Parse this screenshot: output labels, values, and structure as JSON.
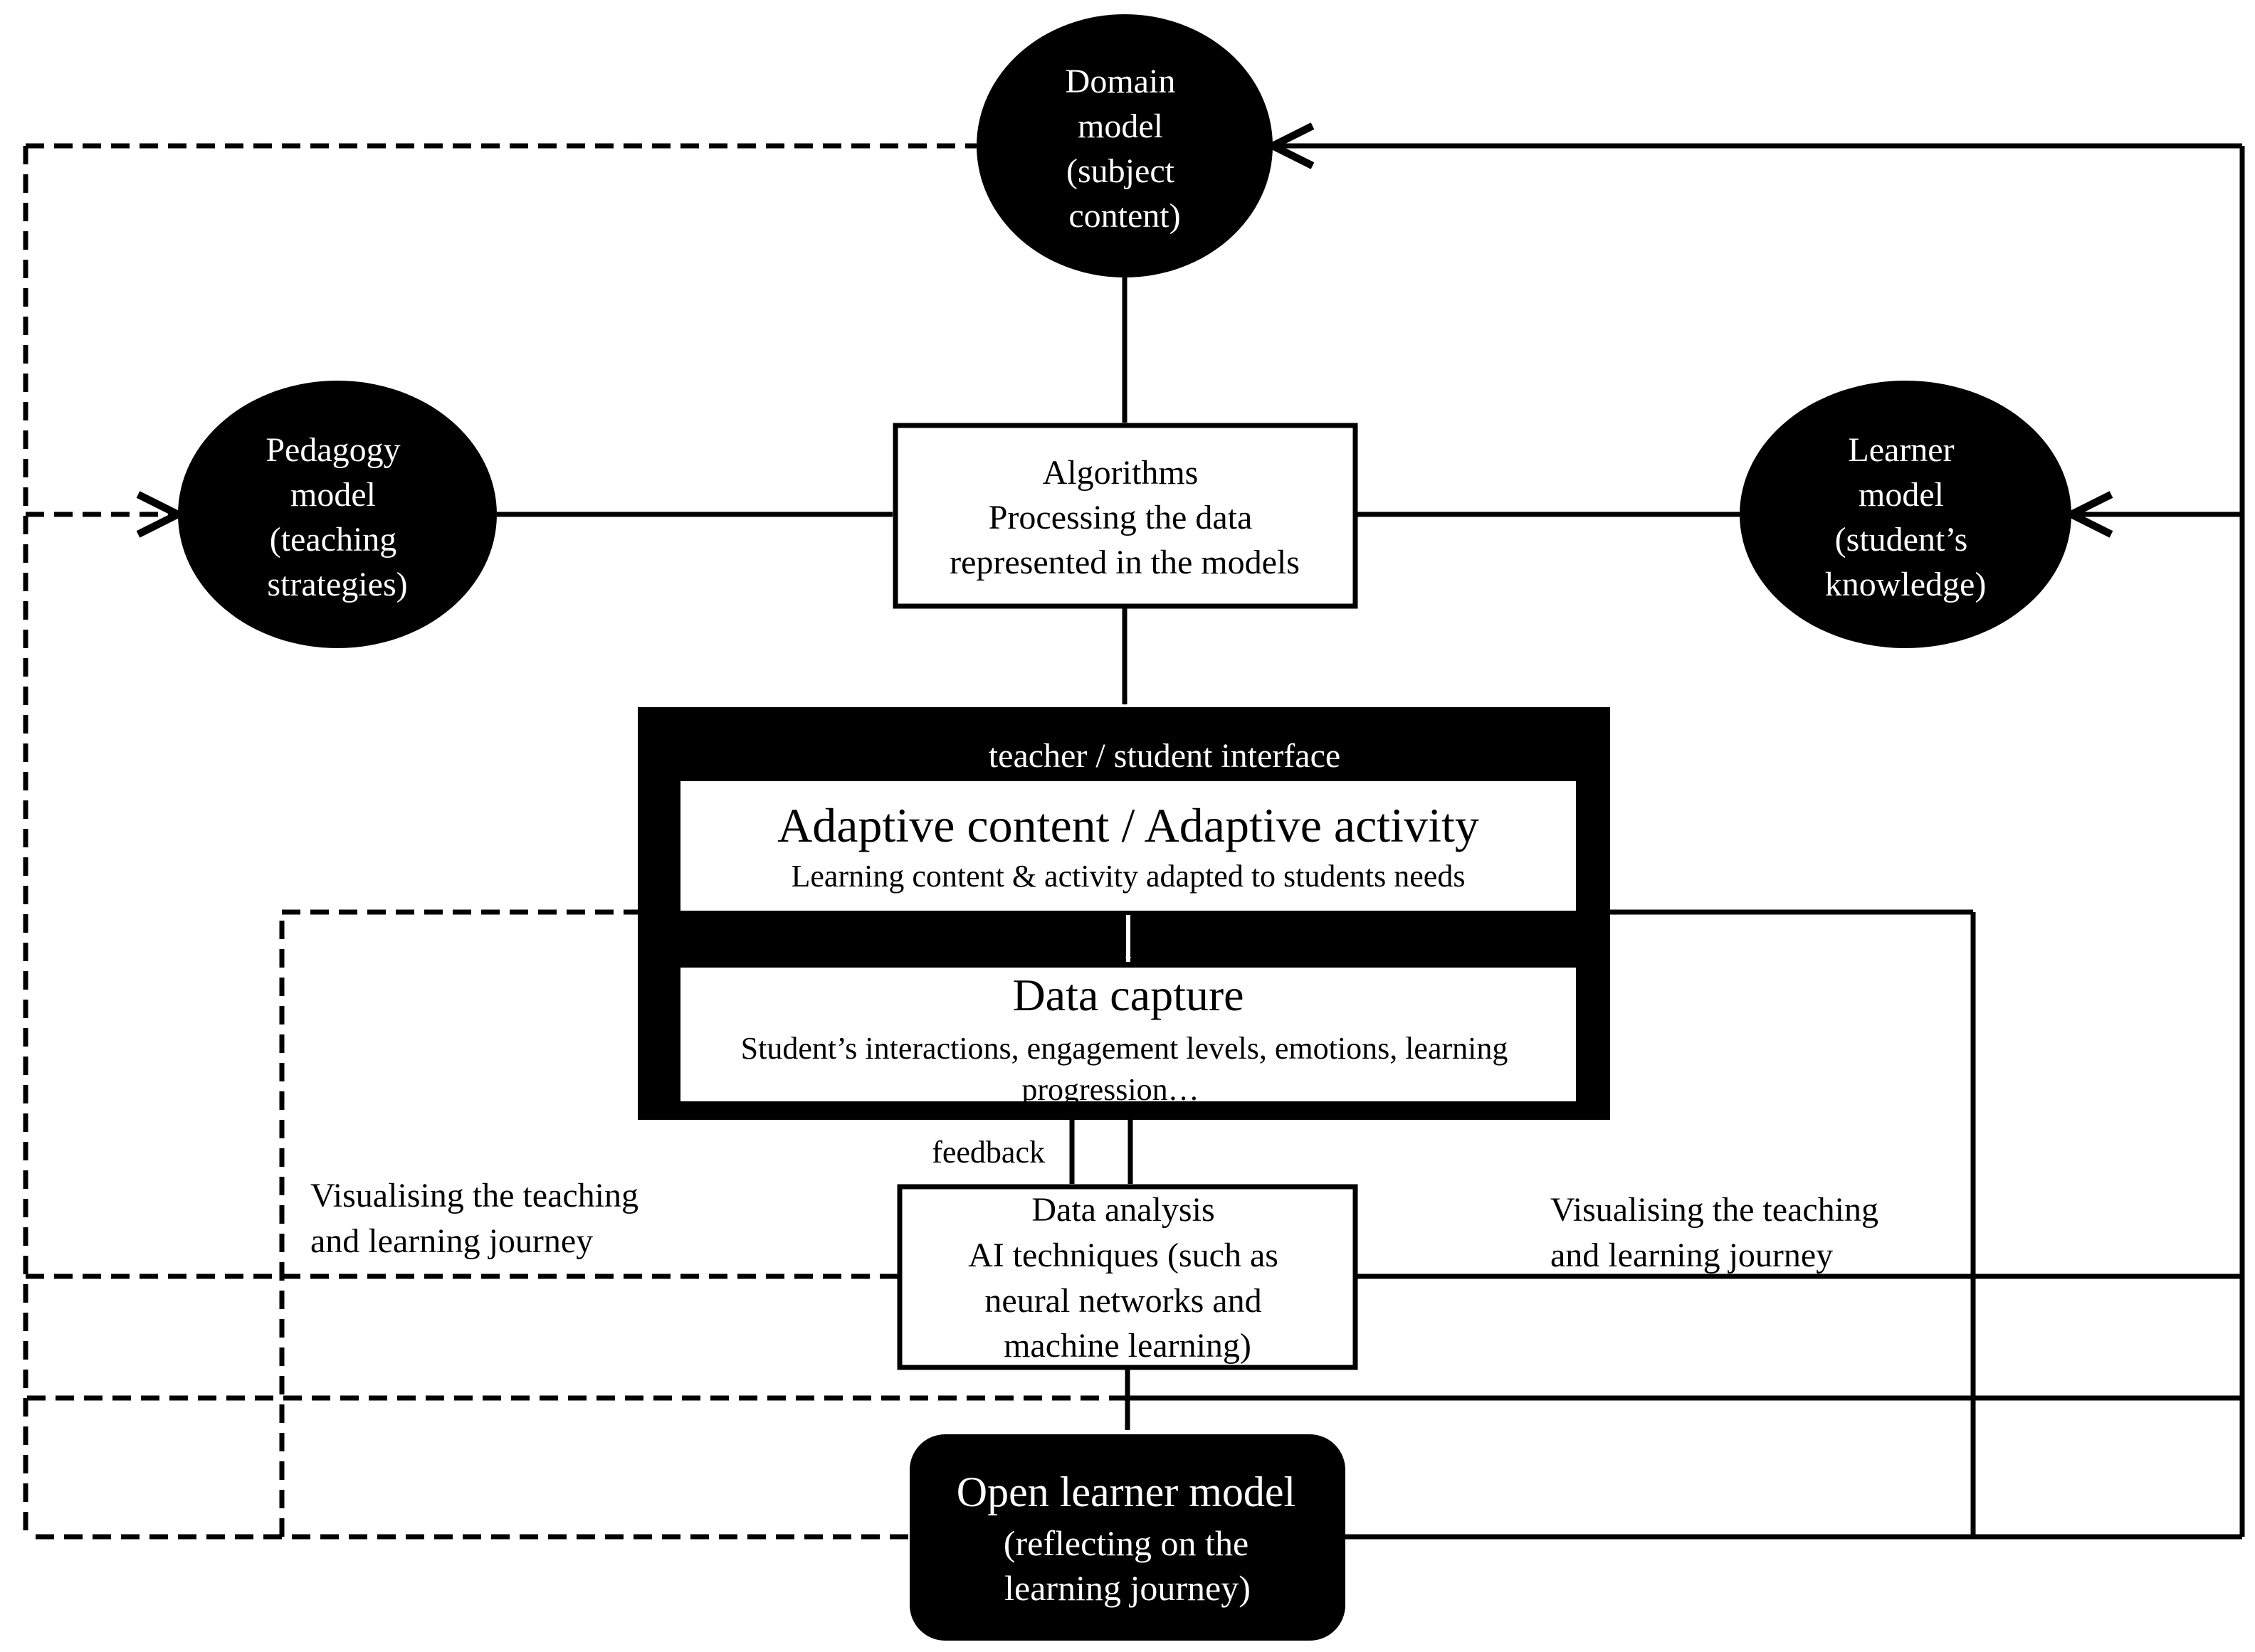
{
  "nodes": {
    "domain_model": {
      "lines": [
        "Domain",
        "model",
        "(subject",
        "content)"
      ]
    },
    "pedagogy_model": {
      "lines": [
        "Pedagogy",
        "model",
        "(teaching",
        "strategies)"
      ]
    },
    "learner_model": {
      "lines": [
        "Learner",
        "model",
        "(student’s",
        "knowledge)"
      ]
    },
    "algorithms": {
      "lines": [
        "Algorithms",
        "Processing the data",
        "represented in the models"
      ]
    },
    "interface": {
      "title": "teacher / student interface",
      "adaptive_title": "Adaptive content / Adaptive activity",
      "adaptive_desc": "Learning content & activity adapted to students needs",
      "capture_title": "Data capture",
      "capture_desc": [
        "Student’s interactions, engagement levels, emotions, learning",
        "progression…"
      ]
    },
    "data_analysis": {
      "lines": [
        "Data analysis",
        "AI techniques (such as",
        "neural networks and",
        "machine learning)"
      ]
    },
    "open_learner_model": {
      "lines": [
        "Open learner model",
        "(reflecting on the",
        "learning journey)"
      ]
    }
  },
  "edge_labels": {
    "feedback": "feedback",
    "visualising_left": [
      "Visualising the teaching",
      "and learning journey"
    ],
    "visualising_right": [
      "Visualising the teaching",
      "and learning journey"
    ]
  },
  "colors": {
    "node_fill": "#000000",
    "box_fill": "#ffffff",
    "line": "#000000",
    "text_on_dark": "#ffffff"
  }
}
